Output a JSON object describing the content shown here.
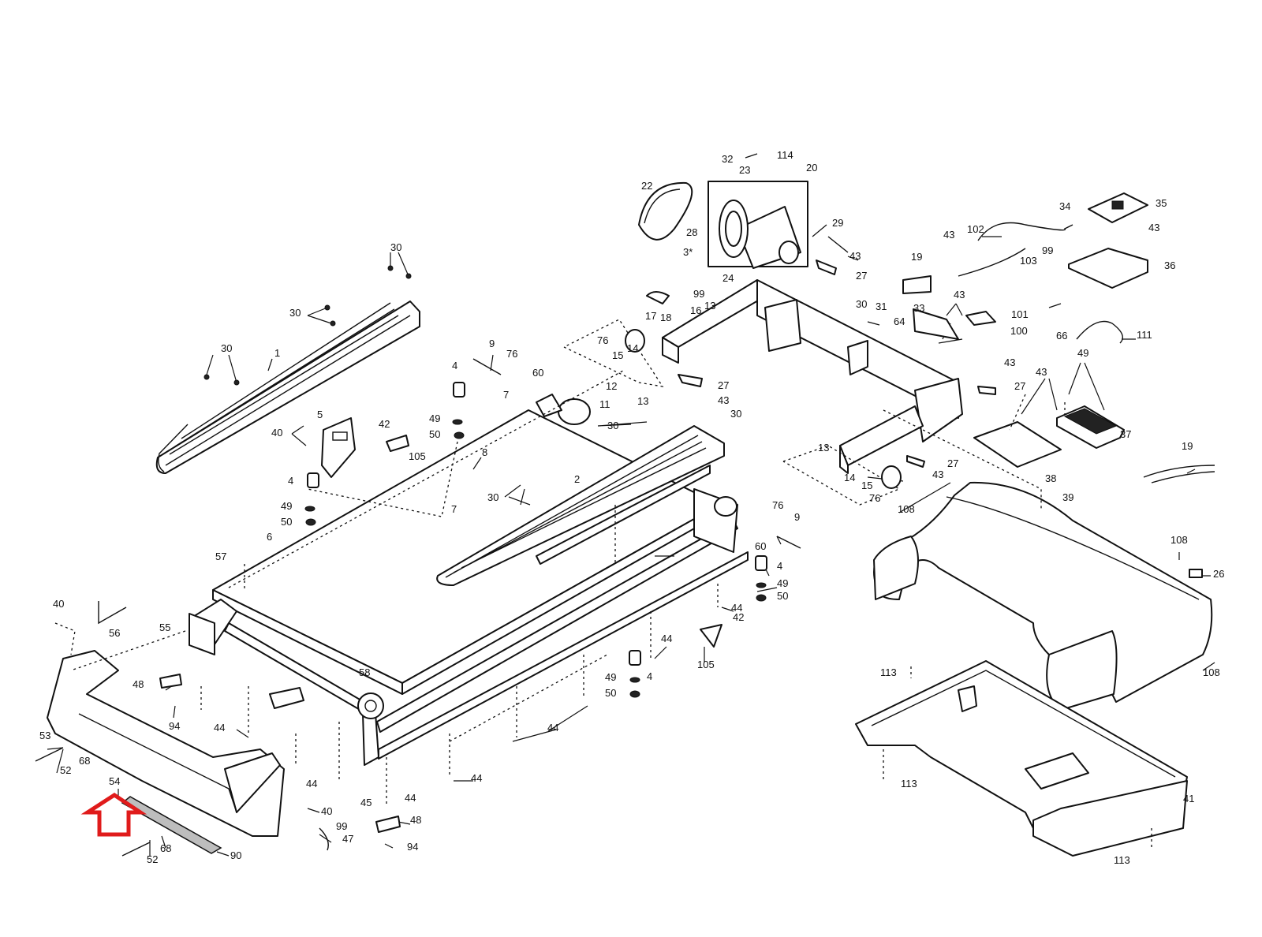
{
  "labels": [
    {
      "id": "1",
      "text": "1"
    },
    {
      "id": "2",
      "text": "2"
    },
    {
      "id": "3",
      "text": "3*"
    },
    {
      "id": "4a",
      "text": "4"
    },
    {
      "id": "4b",
      "text": "4"
    },
    {
      "id": "4c",
      "text": "4"
    },
    {
      "id": "4d",
      "text": "4"
    },
    {
      "id": "5",
      "text": "5"
    },
    {
      "id": "6",
      "text": "6"
    },
    {
      "id": "7a",
      "text": "7"
    },
    {
      "id": "7b",
      "text": "7"
    },
    {
      "id": "8",
      "text": "8"
    },
    {
      "id": "9a",
      "text": "9"
    },
    {
      "id": "9b",
      "text": "9"
    },
    {
      "id": "11",
      "text": "11"
    },
    {
      "id": "12",
      "text": "12"
    },
    {
      "id": "13a",
      "text": "13"
    },
    {
      "id": "13b",
      "text": "13"
    },
    {
      "id": "13c",
      "text": "13"
    },
    {
      "id": "14a",
      "text": "14"
    },
    {
      "id": "14b",
      "text": "14"
    },
    {
      "id": "15a",
      "text": "15"
    },
    {
      "id": "15b",
      "text": "15"
    },
    {
      "id": "16",
      "text": "16"
    },
    {
      "id": "17",
      "text": "17"
    },
    {
      "id": "18",
      "text": "18"
    },
    {
      "id": "19a",
      "text": "19"
    },
    {
      "id": "19b",
      "text": "19"
    },
    {
      "id": "20",
      "text": "20"
    },
    {
      "id": "22",
      "text": "22"
    },
    {
      "id": "23",
      "text": "23"
    },
    {
      "id": "24",
      "text": "24"
    },
    {
      "id": "26",
      "text": "26"
    },
    {
      "id": "27a",
      "text": "27"
    },
    {
      "id": "27b",
      "text": "27"
    },
    {
      "id": "27c",
      "text": "27"
    },
    {
      "id": "27d",
      "text": "27"
    },
    {
      "id": "27e",
      "text": "27"
    },
    {
      "id": "28",
      "text": "28"
    },
    {
      "id": "29",
      "text": "29"
    },
    {
      "id": "30a",
      "text": "30"
    },
    {
      "id": "30b",
      "text": "30"
    },
    {
      "id": "30c",
      "text": "30"
    },
    {
      "id": "30d",
      "text": "30"
    },
    {
      "id": "30e",
      "text": "30"
    },
    {
      "id": "30f",
      "text": "30"
    },
    {
      "id": "30g",
      "text": "30"
    },
    {
      "id": "31",
      "text": "31"
    },
    {
      "id": "32",
      "text": "32"
    },
    {
      "id": "33",
      "text": "33"
    },
    {
      "id": "34",
      "text": "34"
    },
    {
      "id": "35",
      "text": "35"
    },
    {
      "id": "36",
      "text": "36"
    },
    {
      "id": "37",
      "text": "37"
    },
    {
      "id": "38",
      "text": "38"
    },
    {
      "id": "39",
      "text": "39"
    },
    {
      "id": "40a",
      "text": "40"
    },
    {
      "id": "40b",
      "text": "40"
    },
    {
      "id": "40c",
      "text": "40"
    },
    {
      "id": "41",
      "text": "41"
    },
    {
      "id": "42a",
      "text": "42"
    },
    {
      "id": "42b",
      "text": "42"
    },
    {
      "id": "43a",
      "text": "43"
    },
    {
      "id": "43b",
      "text": "43"
    },
    {
      "id": "43c",
      "text": "43"
    },
    {
      "id": "43d",
      "text": "43"
    },
    {
      "id": "43e",
      "text": "43"
    },
    {
      "id": "43f",
      "text": "43"
    },
    {
      "id": "43g",
      "text": "43"
    },
    {
      "id": "43h",
      "text": "43"
    },
    {
      "id": "44a",
      "text": "44"
    },
    {
      "id": "44b",
      "text": "44"
    },
    {
      "id": "44c",
      "text": "44"
    },
    {
      "id": "44d",
      "text": "44"
    },
    {
      "id": "44e",
      "text": "44"
    },
    {
      "id": "44f",
      "text": "44"
    },
    {
      "id": "44g",
      "text": "44"
    },
    {
      "id": "45",
      "text": "45"
    },
    {
      "id": "47",
      "text": "47"
    },
    {
      "id": "48a",
      "text": "48"
    },
    {
      "id": "48b",
      "text": "48"
    },
    {
      "id": "49a",
      "text": "49"
    },
    {
      "id": "49b",
      "text": "49"
    },
    {
      "id": "49c",
      "text": "49"
    },
    {
      "id": "49d",
      "text": "49"
    },
    {
      "id": "49e",
      "text": "49"
    },
    {
      "id": "50a",
      "text": "50"
    },
    {
      "id": "50b",
      "text": "50"
    },
    {
      "id": "50c",
      "text": "50"
    },
    {
      "id": "50d",
      "text": "50"
    },
    {
      "id": "52a",
      "text": "52"
    },
    {
      "id": "52b",
      "text": "52"
    },
    {
      "id": "53",
      "text": "53"
    },
    {
      "id": "54",
      "text": "54"
    },
    {
      "id": "55",
      "text": "55"
    },
    {
      "id": "56",
      "text": "56"
    },
    {
      "id": "57",
      "text": "57"
    },
    {
      "id": "58",
      "text": "58"
    },
    {
      "id": "60a",
      "text": "60"
    },
    {
      "id": "60b",
      "text": "60"
    },
    {
      "id": "64",
      "text": "64"
    },
    {
      "id": "66",
      "text": "66"
    },
    {
      "id": "68a",
      "text": "68"
    },
    {
      "id": "68b",
      "text": "68"
    },
    {
      "id": "76a",
      "text": "76"
    },
    {
      "id": "76b",
      "text": "76"
    },
    {
      "id": "76c",
      "text": "76"
    },
    {
      "id": "76d",
      "text": "76"
    },
    {
      "id": "90",
      "text": "90"
    },
    {
      "id": "94a",
      "text": "94"
    },
    {
      "id": "94b",
      "text": "94"
    },
    {
      "id": "99a",
      "text": "99"
    },
    {
      "id": "99b",
      "text": "99"
    },
    {
      "id": "99c",
      "text": "99"
    },
    {
      "id": "100",
      "text": "100"
    },
    {
      "id": "101",
      "text": "101"
    },
    {
      "id": "102",
      "text": "102"
    },
    {
      "id": "103",
      "text": "103"
    },
    {
      "id": "105a",
      "text": "105"
    },
    {
      "id": "105b",
      "text": "105"
    },
    {
      "id": "108a",
      "text": "108"
    },
    {
      "id": "108b",
      "text": "108"
    },
    {
      "id": "108c",
      "text": "108"
    },
    {
      "id": "111",
      "text": "111"
    },
    {
      "id": "113a",
      "text": "113"
    },
    {
      "id": "113b",
      "text": "113"
    },
    {
      "id": "113c",
      "text": "113"
    },
    {
      "id": "114",
      "text": "114"
    }
  ],
  "colors": {
    "highlight_arrow": "#e01b1b",
    "line": "#111111",
    "shade": "#bdbdbd"
  }
}
